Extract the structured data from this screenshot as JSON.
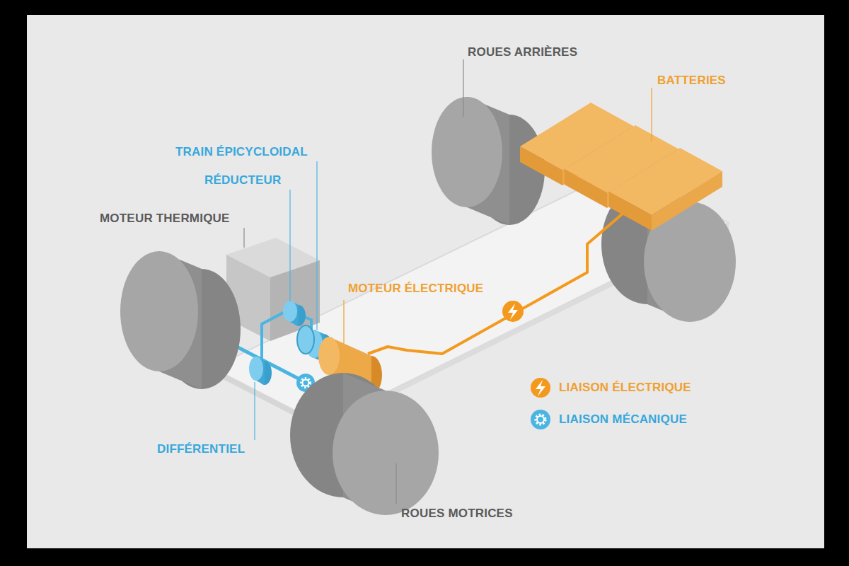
{
  "diagram": {
    "labels": [
      "ROUES ARRIÈRES",
      "BATTERIES",
      "TRAIN ÉPICYCLOIDAL",
      "RÉDUCTEUR",
      "MOTEUR THERMIQUE",
      "MOTEUR ÉLECTRIQUE",
      "DIFFÉRENTIEL",
      "ROUES MOTRICES"
    ],
    "legend": [
      {
        "text": "LIAISON ÉLECTRIQUE"
      },
      {
        "text": "LIAISON MÉCANIQUE"
      }
    ]
  }
}
